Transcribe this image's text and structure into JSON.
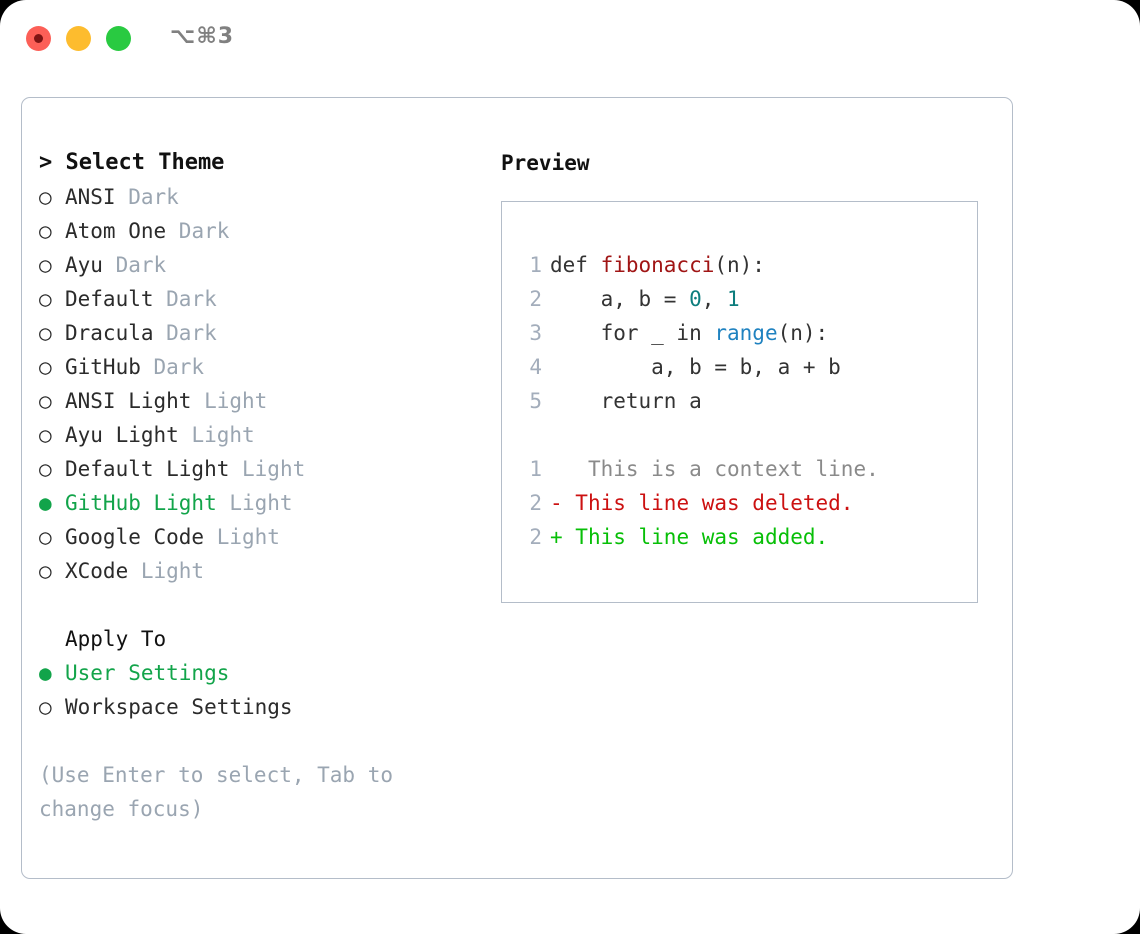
{
  "titlebar": {
    "shortcut": "⌥⌘3",
    "buttons": [
      {
        "name": "close",
        "color": "#fc5f57"
      },
      {
        "name": "minimize",
        "color": "#fdbc2e"
      },
      {
        "name": "zoom",
        "color": "#29ca41"
      }
    ]
  },
  "colors": {
    "selected_green": "#12a44a",
    "diff_add_green": "#07bf07",
    "diff_del_red": "#cc1111",
    "muted_grey": "#9aa5b1",
    "function_red": "#a01515",
    "number_teal": "#0d7d7d",
    "builtin_blue": "#1f82c0",
    "panel_border": "#b4bdc9"
  },
  "theme_list": {
    "header": "> Select Theme",
    "items": [
      {
        "bullet": "○",
        "label": "ANSI",
        "suffix": "Dark",
        "selected": false
      },
      {
        "bullet": "○",
        "label": "Atom One",
        "suffix": "Dark",
        "selected": false
      },
      {
        "bullet": "○",
        "label": "Ayu",
        "suffix": "Dark",
        "selected": false
      },
      {
        "bullet": "○",
        "label": "Default",
        "suffix": "Dark",
        "selected": false
      },
      {
        "bullet": "○",
        "label": "Dracula",
        "suffix": "Dark",
        "selected": false
      },
      {
        "bullet": "○",
        "label": "GitHub",
        "suffix": "Dark",
        "selected": false
      },
      {
        "bullet": "○",
        "label": "ANSI Light",
        "suffix": "Light",
        "selected": false
      },
      {
        "bullet": "○",
        "label": "Ayu Light",
        "suffix": "Light",
        "selected": false
      },
      {
        "bullet": "○",
        "label": "Default Light",
        "suffix": "Light",
        "selected": false
      },
      {
        "bullet": "●",
        "label": "GitHub Light",
        "suffix": "Light",
        "selected": true
      },
      {
        "bullet": "○",
        "label": "Google Code",
        "suffix": "Light",
        "selected": false
      },
      {
        "bullet": "○",
        "label": "XCode",
        "suffix": "Light",
        "selected": false
      }
    ]
  },
  "apply_to": {
    "title": "Apply To",
    "items": [
      {
        "bullet": "●",
        "label": "User Settings",
        "selected": true
      },
      {
        "bullet": "○",
        "label": "Workspace Settings",
        "selected": false
      }
    ]
  },
  "hint": "(Use Enter to select, Tab to change focus)",
  "preview": {
    "title": "Preview",
    "code_lines": [
      {
        "number": "1",
        "segments": [
          {
            "text": "def ",
            "kind": "plain"
          },
          {
            "text": "fibonacci",
            "kind": "fn"
          },
          {
            "text": "(n):",
            "kind": "plain"
          }
        ]
      },
      {
        "number": "2",
        "segments": [
          {
            "text": "    a, b = ",
            "kind": "plain"
          },
          {
            "text": "0",
            "kind": "num"
          },
          {
            "text": ", ",
            "kind": "plain"
          },
          {
            "text": "1",
            "kind": "num"
          }
        ]
      },
      {
        "number": "3",
        "segments": [
          {
            "text": "    for _ in ",
            "kind": "plain"
          },
          {
            "text": "range",
            "kind": "bi"
          },
          {
            "text": "(n):",
            "kind": "plain"
          }
        ]
      },
      {
        "number": "4",
        "segments": [
          {
            "text": "        a, b = b, a + b",
            "kind": "plain"
          }
        ]
      },
      {
        "number": "5",
        "segments": [
          {
            "text": "    return a",
            "kind": "plain"
          }
        ]
      }
    ],
    "diff_lines": [
      {
        "number": "1",
        "marker": " ",
        "text": "  This is a context line.",
        "kind": "context"
      },
      {
        "number": "2",
        "marker": "-",
        "text": " This line was deleted.",
        "kind": "del"
      },
      {
        "number": "2",
        "marker": "+",
        "text": " This line was added.",
        "kind": "add"
      }
    ]
  }
}
